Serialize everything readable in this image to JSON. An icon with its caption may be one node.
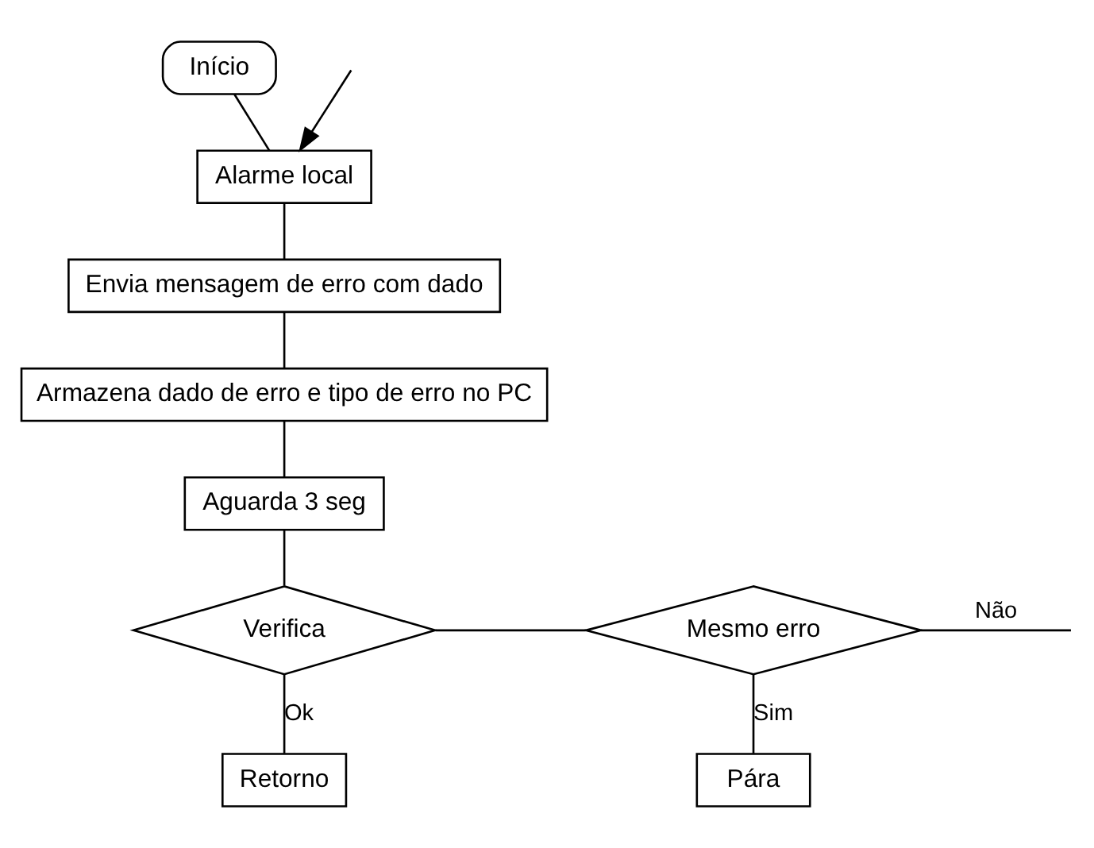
{
  "diagram": {
    "nodes": [
      {
        "text": [
          "Início"
        ]
      },
      {
        "text": [
          "Alarme local"
        ]
      },
      {
        "text": [
          "Envia mensagem de erro com dado"
        ]
      },
      {
        "text": [
          "Armazena dado de erro e tipo de erro no PC"
        ]
      },
      {
        "text": [
          "Aguarda 3 seg"
        ]
      },
      {
        "text": [
          "Verifica"
        ]
      },
      {
        "text": [
          "Mesmo erro"
        ]
      },
      {
        "text": [
          "Retorno"
        ]
      },
      {
        "text": [
          "Pára"
        ]
      }
    ],
    "edges": [
      {
        "from": 0,
        "to": 1,
        "arrow": "none"
      },
      {
        "from": null,
        "to": 1,
        "arrow": "to"
      },
      {
        "from": 1,
        "to": 2,
        "arrow": "none"
      },
      {
        "from": 2,
        "to": 3,
        "arrow": "none"
      },
      {
        "from": 3,
        "to": 4,
        "arrow": "none"
      },
      {
        "from": 4,
        "to": 5,
        "arrow": "none"
      },
      {
        "from": 5,
        "to": 6,
        "arrow": "none"
      },
      {
        "from": 5,
        "to": 7,
        "arrow": "none",
        "label": "Ok"
      },
      {
        "from": 6,
        "to": 8,
        "arrow": "none",
        "label": "Sim"
      },
      {
        "from": 6,
        "to": null,
        "arrow": "none",
        "label": "Não"
      }
    ]
  }
}
